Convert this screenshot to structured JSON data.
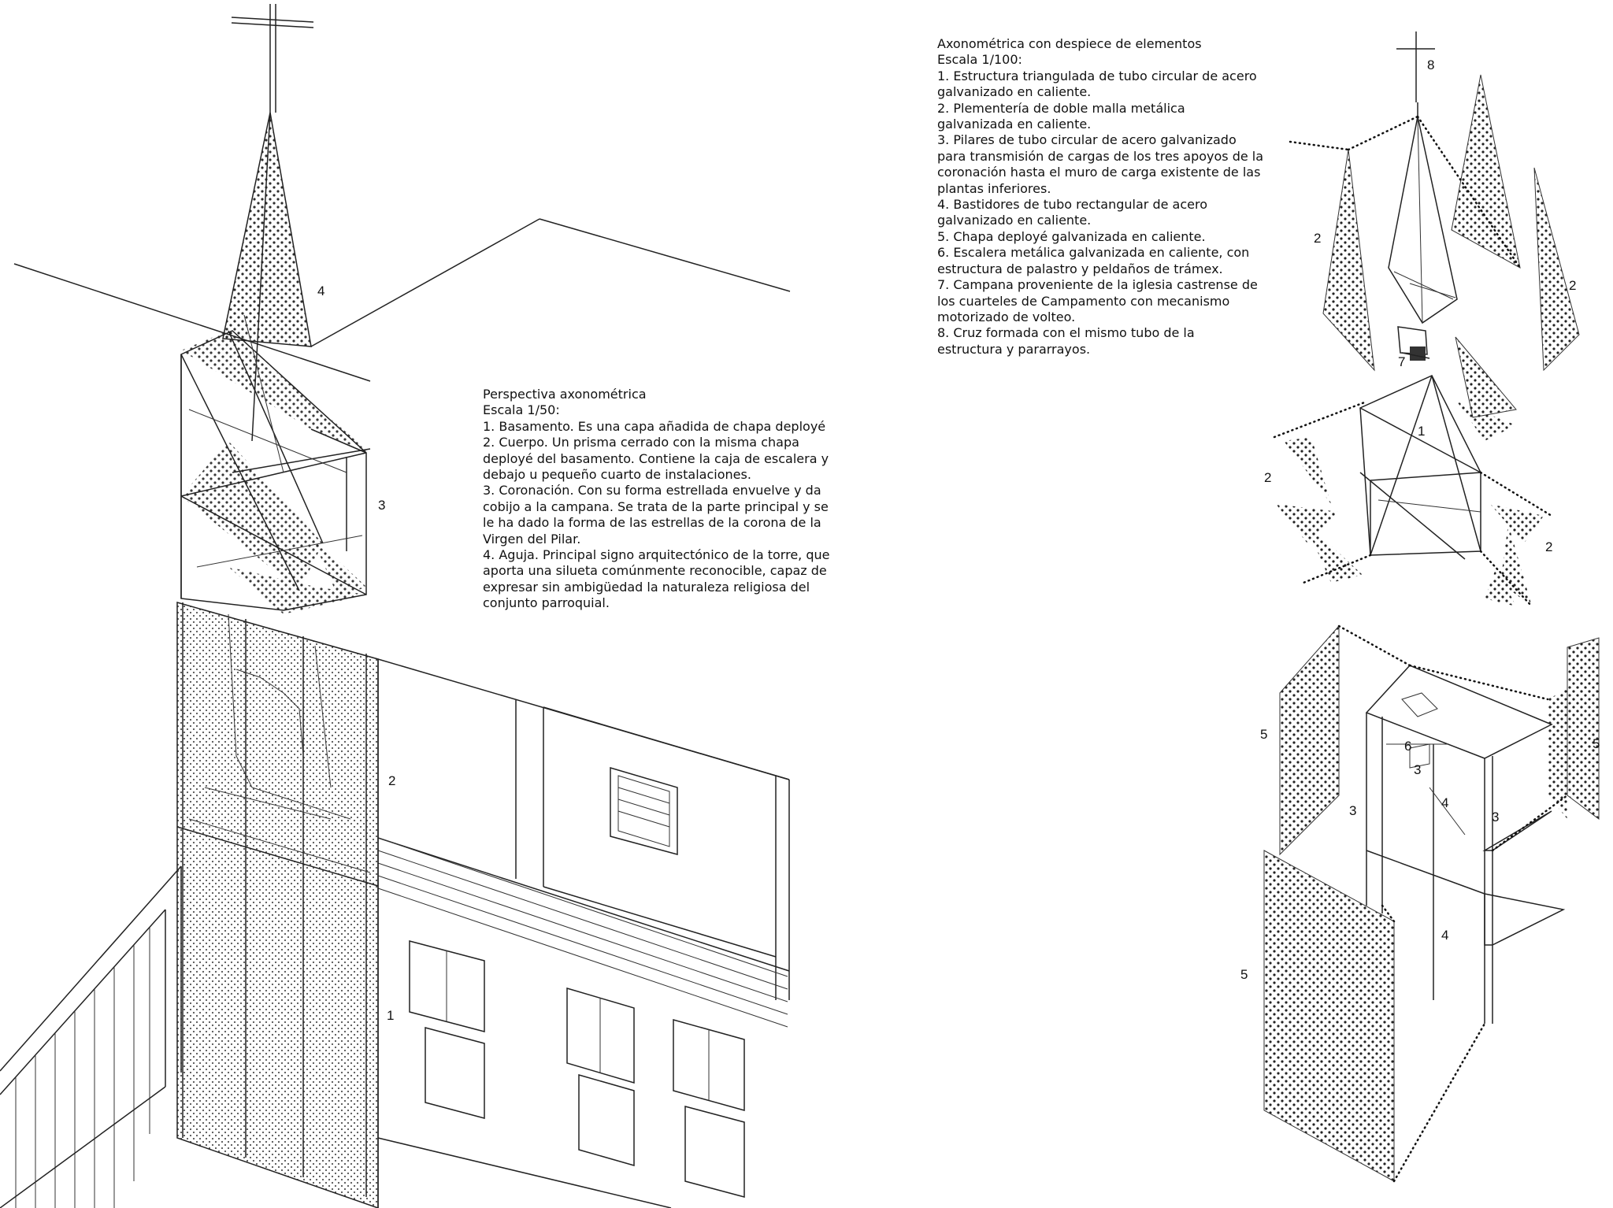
{
  "perspective": {
    "lines": [
      "Perspectiva axonométrica",
      "Escala 1/50:",
      "1. Basamento. Es una capa añadida de chapa deployé",
      "2. Cuerpo. Un prisma cerrado con la misma chapa",
      "deployé del basamento. Contiene la caja de escalera y",
      "debajo u pequeño cuarto de instalaciones.",
      "3. Coronación. Con su forma estrellada envuelve y da",
      "cobijo a la campana. Se trata de la parte principal y se",
      "le ha dado la forma de las estrellas de la corona de la",
      "Virgen del Pilar.",
      "4. Aguja. Principal signo arquitectónico de la torre, que",
      "aporta una silueta comúnmente reconocible, capaz de",
      "expresar sin ambigüedad la naturaleza religiosa del",
      "conjunto parroquial."
    ],
    "labels": {
      "n1": "1",
      "n2": "2",
      "n3": "3",
      "n4": "4"
    }
  },
  "exploded": {
    "lines": [
      "Axonométrica con despiece de elementos",
      "Escala 1/100:",
      "1. Estructura triangulada de tubo circular de acero",
      "galvanizado en caliente.",
      "2. Plementería de doble malla metálica",
      "galvanizada en caliente.",
      "3. Pilares de tubo circular de acero galvanizado",
      "para transmisión de cargas de los tres apoyos de la",
      "coronación hasta el muro de carga existente de las",
      "plantas inferiores.",
      "4. Bastidores de tubo rectangular de acero",
      "galvanizado en caliente.",
      "5. Chapa deployé galvanizada en caliente.",
      "6. Escalera metálica galvanizada en caliente, con",
      "estructura de palastro y peldaños de trámex.",
      "7. Campana proveniente de la iglesia castrense de",
      "los cuarteles de Campamento con mecanismo",
      "motorizado de volteo.",
      "8. Cruz formada con el mismo tubo de la",
      "estructura y pararrayos."
    ],
    "labels": {
      "n8": "8",
      "n2a": "2",
      "n2b": "2",
      "n7": "7",
      "n1": "1",
      "n2c": "2",
      "n2d": "2",
      "n5a": "5",
      "n5b": "5",
      "n6": "6",
      "n3a": "3",
      "n3b": "3",
      "n4a": "4",
      "n3c": "3",
      "n4b": "4",
      "n5c": "5"
    }
  }
}
